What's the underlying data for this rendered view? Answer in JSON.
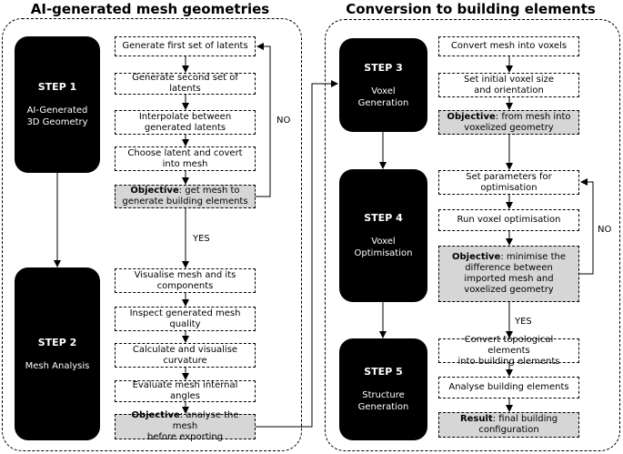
{
  "headings": {
    "left": "AI-generated mesh geometries",
    "right": "Conversion to building elements"
  },
  "steps": [
    {
      "title": "STEP 1",
      "desc": "AI-Generated\n3D Geometry"
    },
    {
      "title": "STEP 2",
      "desc": "Mesh Analysis"
    },
    {
      "title": "STEP 3",
      "desc": "Voxel\nGeneration"
    },
    {
      "title": "STEP 4",
      "desc": "Voxel\nOptimisation"
    },
    {
      "title": "STEP 5",
      "desc": "Structure\nGeneration"
    }
  ],
  "left_boxes": [
    "Generate first set of latents",
    "Generate second set of\nlatents",
    "Interpolate between\ngenerated latents",
    "Choose latent and covert\ninto mesh"
  ],
  "left_objective1": {
    "prefix": "Objective",
    "text": ": get mesh to\ngenerate building elements"
  },
  "left_boxes2": [
    "Visualise mesh and its\ncomponents",
    "Inspect generated mesh\nquality",
    "Calculate and visualise\ncurvature",
    "Evaluate mesh internal angles"
  ],
  "left_objective2": {
    "prefix": "Objective",
    "text": ": analyse the mesh\nbefore exporting"
  },
  "right_boxes1": [
    "Convert mesh into voxels",
    "Set initial voxel size\nand orientation"
  ],
  "right_objective1": {
    "prefix": "Objective",
    "text": ": from mesh into\nvoxelized geometry"
  },
  "right_boxes2": [
    "Set parameters for\noptimisation",
    "Run voxel optimisation"
  ],
  "right_objective2": {
    "prefix": "Objective",
    "text": ": minimise the\ndifference between\nimported mesh and\nvoxelized geometry"
  },
  "right_boxes3": [
    "Convert topological elements\ninto building elements",
    "Analyse building elements"
  ],
  "right_result": {
    "prefix": "Result",
    "text": ": final building\nconfiguration"
  },
  "labels": {
    "no1": "NO",
    "yes1": "YES",
    "no2": "NO",
    "yes2": "YES"
  }
}
